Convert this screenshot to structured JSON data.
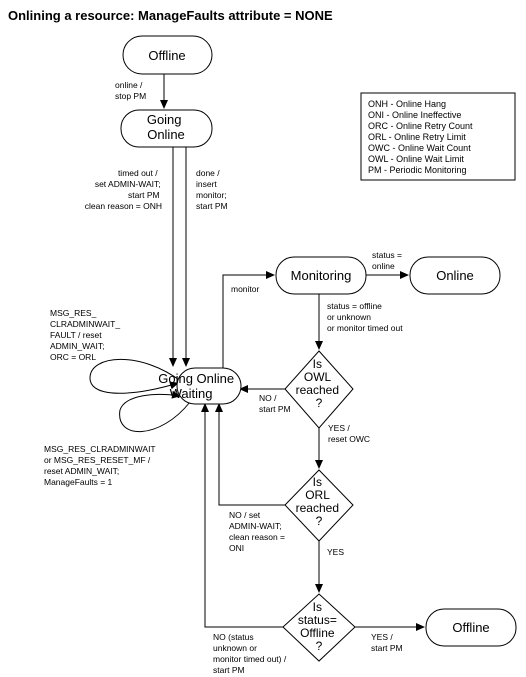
{
  "title": "Onlining a resource: ManageFaults attribute = NONE",
  "nodes": {
    "offline_top": "Offline",
    "going_online": [
      "Going",
      "Online"
    ],
    "going_online_waiting": [
      "Going Online",
      "Waiting"
    ],
    "monitoring": "Monitoring",
    "online": "Online",
    "offline_bottom": "Offline"
  },
  "decisions": {
    "owl": [
      "Is",
      "OWL",
      "reached",
      "?"
    ],
    "orl": [
      "Is",
      "ORL",
      "reached",
      "?"
    ],
    "status": [
      "Is",
      "status=",
      "Offline",
      "?"
    ]
  },
  "transitions": {
    "online_stop_pm": [
      "online /",
      "stop PM"
    ],
    "timed_out": [
      "timed out /",
      "set ADMIN-WAIT;",
      "start PM",
      "clean reason = ONH"
    ],
    "done": [
      "done /",
      "insert",
      "monitor;",
      "start PM"
    ],
    "monitor": [
      "monitor"
    ],
    "status_online": [
      "status =",
      "online"
    ],
    "status_offline": [
      "status = offline",
      "or unknown",
      "or monitor timed out"
    ],
    "owl_no": [
      "NO /",
      "start PM"
    ],
    "owl_yes": [
      "YES /",
      "reset OWC"
    ],
    "orl_no": [
      "NO / set",
      "ADMIN-WAIT;",
      "clean reason =",
      "ONI"
    ],
    "orl_yes": [
      "YES"
    ],
    "status_no": [
      "NO (status",
      "unknown or",
      "monitor timed out) /",
      "start PM"
    ],
    "status_yes": [
      "YES /",
      "start PM"
    ],
    "self_loop_top": [
      "MSG_RES_",
      "CLRADMINWAIT_",
      "FAULT / reset",
      "ADMIN_WAIT;",
      "ORC = ORL"
    ],
    "self_loop_bottom": [
      "MSG_RES_CLRADMINWAIT",
      "or MSG_RES_RESET_MF /",
      "reset ADMIN_WAIT;",
      "ManageFaults = 1"
    ]
  },
  "legend": [
    "ONH - Online Hang",
    "ONI - Online Ineffective",
    "ORC - Online Retry Count",
    "ORL - Online Retry Limit",
    "OWC - Online Wait Count",
    "OWL - Online Wait Limit",
    "PM - Periodic Monitoring"
  ]
}
